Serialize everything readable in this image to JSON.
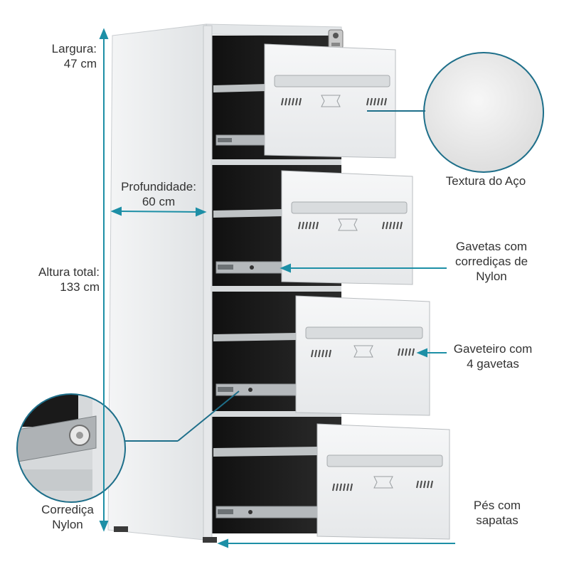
{
  "colors": {
    "accent_line": "#1d8fa6",
    "circle_border": "#1e6f8a",
    "cabinet_body": "#e9ebec",
    "cabinet_side": "#dcdfe1",
    "cabinet_dark": "#1c1c1c",
    "drawer_face": "#f1f2f3"
  },
  "annotations": {
    "width": {
      "line1": "Largura:",
      "line2": "47 cm"
    },
    "depth": {
      "line1": "Profundidade:",
      "line2": "60 cm"
    },
    "height": {
      "line1": "Altura total:",
      "line2": "133 cm"
    },
    "slide_detail": {
      "line1": "Corrediça",
      "line2": "Nylon"
    },
    "steel_texture": {
      "line1": "Textura do Aço"
    },
    "drawers_slides": {
      "line1": "Gavetas com",
      "line2": "corrediças de",
      "line3": "Nylon"
    },
    "drawer_count": {
      "line1": "Gaveteiro com",
      "line2": "4 gavetas"
    },
    "feet": {
      "line1": "Pés com",
      "line2": "sapatas"
    }
  },
  "icons": [
    "key-lock-icon",
    "vent-slot-icon",
    "handle-recess-icon",
    "label-holder-icon"
  ]
}
